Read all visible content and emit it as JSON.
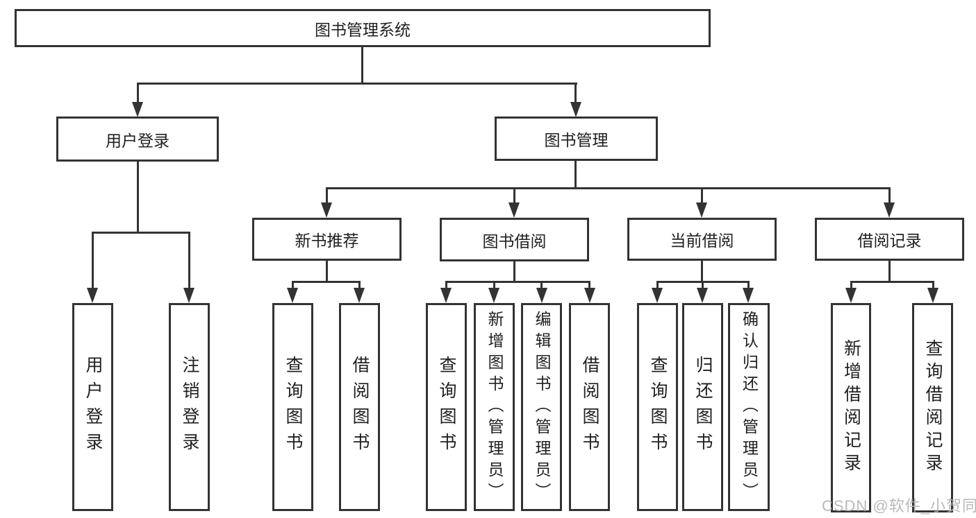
{
  "diagram_title": "图书管理系统",
  "tree": {
    "label": "图书管理系统",
    "children": [
      {
        "label": "用户登录",
        "children": [
          {
            "label": "用户登录"
          },
          {
            "label": "注销登录"
          }
        ]
      },
      {
        "label": "图书管理",
        "children": [
          {
            "label": "新书推荐",
            "children": [
              {
                "label": "查询图书"
              },
              {
                "label": "借阅图书"
              }
            ]
          },
          {
            "label": "图书借阅",
            "children": [
              {
                "label": "查询图书"
              },
              {
                "label": "新增图书（管理员）"
              },
              {
                "label": "编辑图书（管理员）"
              },
              {
                "label": "借阅图书"
              }
            ]
          },
          {
            "label": "当前借阅",
            "children": [
              {
                "label": "查询图书"
              },
              {
                "label": "归还图书"
              },
              {
                "label": "确认归还（管理员）"
              }
            ]
          },
          {
            "label": "借阅记录",
            "children": [
              {
                "label": "新增借阅记录"
              },
              {
                "label": "查询借阅记录"
              }
            ]
          }
        ]
      }
    ]
  },
  "watermark": {
    "text": "CSDN @软件_小贺同学"
  },
  "colors": {
    "line": "#333333",
    "text": "#1f1f1f",
    "watermark": "#b2b2b2",
    "background": "#ffffff"
  }
}
